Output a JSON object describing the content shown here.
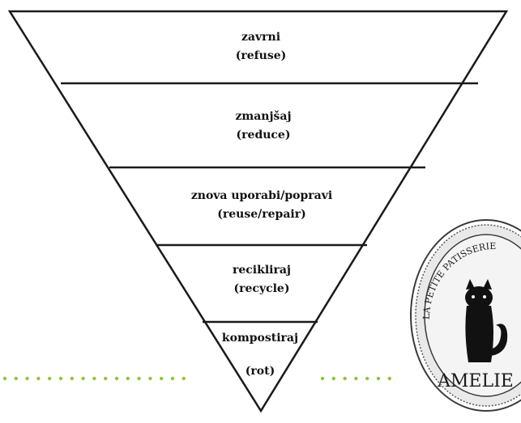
{
  "diagram": {
    "tiers": [
      {
        "line1": "zavrni",
        "line2": "(refuse)"
      },
      {
        "line1": "zmanjšaj",
        "line2": "(reduce)"
      },
      {
        "line1": "znova uporabi/popravi",
        "line2": "(reuse/repair)"
      },
      {
        "line1": "recikliraj",
        "line2": "(recycle)"
      },
      {
        "line1": "kompostiraj",
        "line2": "(rot)"
      }
    ]
  },
  "logo": {
    "arc_text": "LA PETITE PATISSERIE",
    "name": "AMELIE",
    "icon": "cat-icon"
  },
  "colors": {
    "line": "#1a1a1a",
    "dots": "#8dc63f",
    "logo_fill": "#e9e9e9",
    "logo_ring": "#3a3a3a"
  }
}
